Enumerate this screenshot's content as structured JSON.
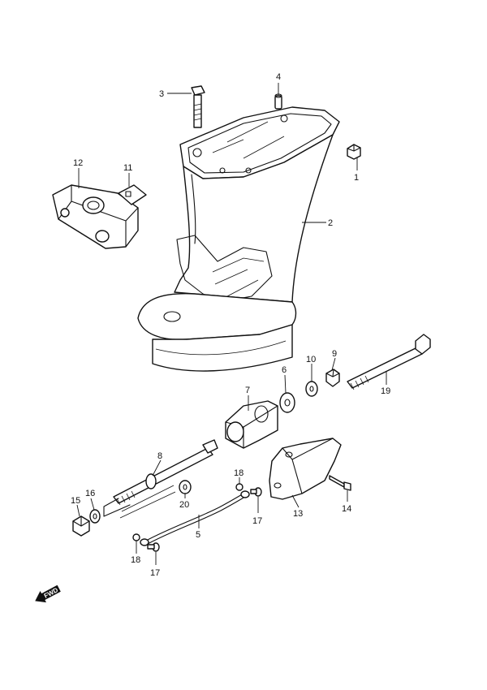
{
  "callouts": [
    {
      "id": "c1",
      "text": "1"
    },
    {
      "id": "c2",
      "text": "2"
    },
    {
      "id": "c3",
      "text": "3"
    },
    {
      "id": "c4",
      "text": "4"
    },
    {
      "id": "c5",
      "text": "5"
    },
    {
      "id": "c6",
      "text": "6"
    },
    {
      "id": "c7",
      "text": "7"
    },
    {
      "id": "c8",
      "text": "8"
    },
    {
      "id": "c9",
      "text": "9"
    },
    {
      "id": "c10",
      "text": "10"
    },
    {
      "id": "c11",
      "text": "11"
    },
    {
      "id": "c12",
      "text": "12"
    },
    {
      "id": "c13",
      "text": "13"
    },
    {
      "id": "c14",
      "text": "14"
    },
    {
      "id": "c15",
      "text": "15"
    },
    {
      "id": "c16",
      "text": "16"
    },
    {
      "id": "c17a",
      "text": "17"
    },
    {
      "id": "c17b",
      "text": "17"
    },
    {
      "id": "c18a",
      "text": "18"
    },
    {
      "id": "c18b",
      "text": "18"
    },
    {
      "id": "c19",
      "text": "19"
    },
    {
      "id": "c20",
      "text": "20"
    }
  ],
  "direction_arrow": {
    "label": "FWD"
  }
}
